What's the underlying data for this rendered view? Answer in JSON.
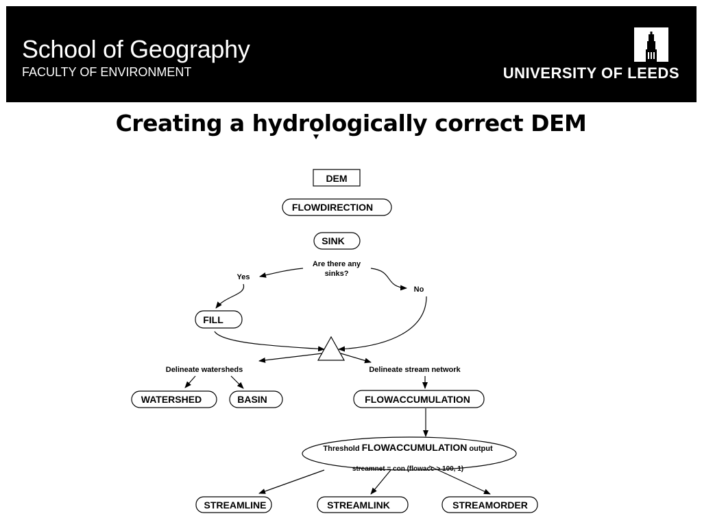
{
  "header": {
    "school": "School of Geography",
    "faculty": "FACULTY OF ENVIRONMENT",
    "university": "UNIVERSITY OF LEEDS"
  },
  "title": "Creating a hydrologically correct DEM",
  "nodes": {
    "dem": "DEM",
    "flowdirection": "FLOWDIRECTION",
    "sink": "SINK",
    "question_line1": "Are there any",
    "question_line2": "sinks?",
    "yes": "Yes",
    "no": "No",
    "fill": "FILL",
    "delineate_watersheds": "Delineate watersheds",
    "delineate_stream_network": "Delineate stream network",
    "watershed": "WATERSHED",
    "basin": "BASIN",
    "flowaccumulation": "FLOWACCUMULATION",
    "threshold_prefix": "Threshold ",
    "threshold_main": "FLOWACCUMULATION",
    "threshold_suffix": " output",
    "streamnet_formula": "streamnet = con (flowacc > 100, 1)",
    "streamline": "STREAMLINE",
    "streamlink": "STREAMLINK",
    "streamorder": "STREAMORDER"
  }
}
